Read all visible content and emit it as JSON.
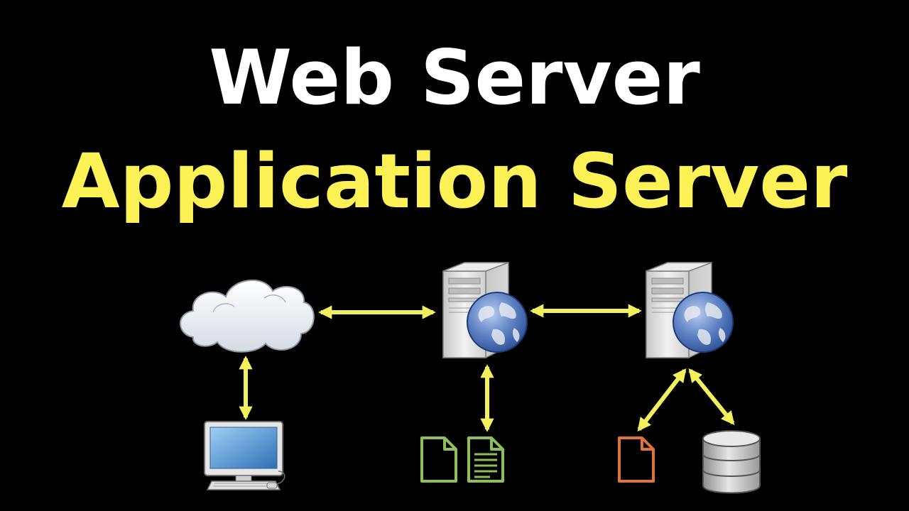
{
  "title": {
    "line1": "Web Server",
    "line2": "Application Server"
  },
  "colors": {
    "background": "#000000",
    "title_line1": "#ffffff",
    "title_line2": "#fdf255",
    "arrow": "#f2f05c",
    "static_file_outline": "#8dc05a",
    "script_file_outline": "#e0733a",
    "cloud_fill": "#e9ecf0",
    "server_body": "#d6d6d6",
    "globe": "#4f73b8",
    "database": "#bcbcbc",
    "monitor_screen": "#4a90cf"
  },
  "nodes": [
    {
      "id": "internet",
      "icon": "cloud-icon"
    },
    {
      "id": "web-server",
      "icon": "server-globe-icon"
    },
    {
      "id": "application-server",
      "icon": "server-globe-icon"
    },
    {
      "id": "client-computer",
      "icon": "computer-icon"
    },
    {
      "id": "static-file-blank",
      "icon": "document-icon"
    },
    {
      "id": "static-file-text",
      "icon": "document-text-icon"
    },
    {
      "id": "app-file",
      "icon": "document-icon"
    },
    {
      "id": "database",
      "icon": "database-icon"
    }
  ],
  "connections": [
    {
      "from": "internet",
      "to": "web-server",
      "type": "bidirectional"
    },
    {
      "from": "web-server",
      "to": "application-server",
      "type": "bidirectional"
    },
    {
      "from": "internet",
      "to": "client-computer",
      "type": "bidirectional"
    },
    {
      "from": "web-server",
      "to": "static-files",
      "type": "bidirectional"
    },
    {
      "from": "application-server",
      "to": "app-file",
      "type": "bidirectional"
    },
    {
      "from": "application-server",
      "to": "database",
      "type": "bidirectional"
    }
  ]
}
